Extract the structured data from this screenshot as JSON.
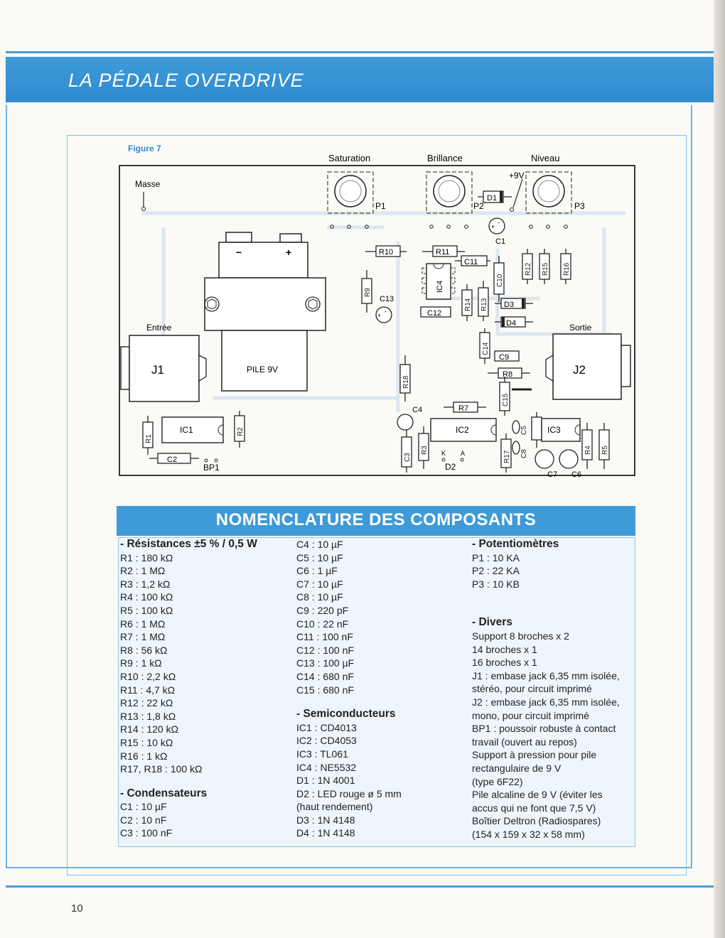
{
  "header": {
    "title": "LA PÉDALE OVERDRIVE"
  },
  "figure": {
    "label": "Figure 7",
    "knobs": {
      "saturation": "Saturation",
      "brillance": "Brillance",
      "niveau": "Niveau"
    },
    "labels": {
      "masse": "Masse",
      "plus9v": "+9V",
      "entree": "Entrée",
      "sortie": "Sortie",
      "j1": "J1",
      "j2": "J2",
      "pile": "PILE 9V",
      "minus": "−",
      "plus": "+",
      "bp1": "BP1",
      "d2": "D2",
      "k": "K",
      "a": "A"
    },
    "components": {
      "p1": "P1",
      "p2": "P2",
      "p3": "P3",
      "c1": "C1",
      "c2": "C2",
      "c3": "C3",
      "c4": "C4",
      "c5": "C5",
      "c6": "C6",
      "c7": "C7",
      "c8": "C8",
      "c9": "C9",
      "c10": "C10",
      "c11": "C11",
      "c12": "C12",
      "c13": "C13",
      "c14": "C14",
      "c15": "C15",
      "r1": "R1",
      "r2": "R2",
      "r3": "R3",
      "r4": "R4",
      "r5": "R5",
      "r7": "R7",
      "r8": "R8",
      "r9": "R9",
      "r10": "R10",
      "r11": "R11",
      "r12": "R12",
      "r13": "R13",
      "r14": "R14",
      "r15": "R15",
      "r16": "R16",
      "r17": "R17",
      "r18": "R18",
      "ic1": "IC1",
      "ic2": "IC2",
      "ic3": "IC3",
      "ic4": "IC4",
      "d1": "D1",
      "d3": "D3",
      "d4": "D4"
    }
  },
  "nomenclature": {
    "title": "NOMENCLATURE DES COMPOSANTS",
    "col1": {
      "resistances": {
        "title": "- Résistances ±5 % / 0,5 W",
        "items": [
          "R1 : 180 kΩ",
          "R2 : 1 MΩ",
          "R3 : 1,2 kΩ",
          "R4 : 100 kΩ",
          "R5 : 100 kΩ",
          "R6 : 1 MΩ",
          "R7 : 1 MΩ",
          "R8 : 56 kΩ",
          "R9 : 1 kΩ",
          "R10 : 2,2 kΩ",
          "R11 : 4,7 kΩ",
          "R12 : 22 kΩ",
          "R13 : 1,8 kΩ",
          "R14 : 120 kΩ",
          "R15 : 10 kΩ",
          "R16 : 1 kΩ",
          "R17, R18 : 100 kΩ"
        ]
      },
      "condensateurs": {
        "title": "- Condensateurs",
        "items": [
          "C1 : 10 µF",
          "C2 : 10 nF",
          "C3 : 100 nF"
        ]
      }
    },
    "col2": {
      "condensateurs_suite": [
        "C4 : 10 µF",
        "C5 : 10 µF",
        "C6 : 1 µF",
        "C7 : 10 µF",
        "C8 : 10 µF",
        "C9 : 220 pF",
        "C10 : 22 nF",
        "C11 : 100 nF",
        "C12 : 100 nF",
        "C13 : 100 µF",
        "C14 : 680 nF",
        "C15 : 680 nF"
      ],
      "semiconducteurs": {
        "title": "- Semiconducteurs",
        "items": [
          "IC1 : CD4013",
          "IC2 : CD4053",
          "IC3 : TL061",
          "IC4 : NE5532",
          "D1 : 1N 4001",
          "D2 : LED rouge ø 5 mm",
          "(haut rendement)",
          "D3 : 1N 4148",
          "D4 : 1N 4148"
        ]
      }
    },
    "col3": {
      "potentiometres": {
        "title": "- Potentiomètres",
        "items": [
          "P1 : 10 KA",
          "P2 : 22 KA",
          "P3 : 10 KB"
        ]
      },
      "divers": {
        "title": "- Divers",
        "items": [
          "Support 8 broches x 2",
          "14 broches x 1",
          "16 broches x 1",
          "J1 : embase jack 6,35 mm isolée,",
          "stéréo, pour circuit imprimé",
          "J2 : embase jack 6,35 mm isolée,",
          "mono, pour circuit imprimé",
          "BP1 : poussoir robuste à contact",
          "travail (ouvert au repos)",
          "Support à pression pour pile",
          "rectangulaire de 9 V",
          "(type 6F22)",
          "Pile alcaline de 9 V (éviter les",
          "accus qui ne font que 7,5 V)",
          "Boîtier Deltron (Radiospares)",
          "(154 x 159 x 32 x 58 mm)"
        ]
      }
    }
  },
  "page": {
    "number": "10"
  },
  "colors": {
    "accent": "#3a96d6",
    "ink": "#222222",
    "tableBg": "#eef5fb"
  }
}
